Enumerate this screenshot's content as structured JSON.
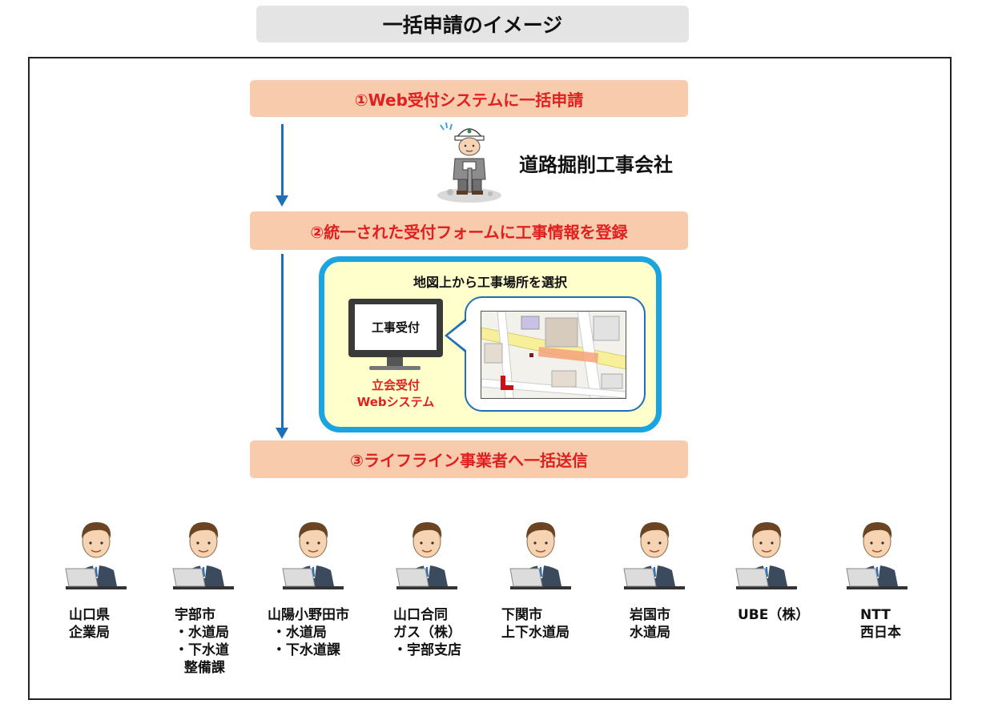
{
  "title": "一括申請のイメージ",
  "steps": [
    "①Web受付システムに一括申請",
    "②統一された受付フォームに工事情報を登録",
    "③ライフライン事業者へ一括送信"
  ],
  "company": "道路掘削工事会社",
  "panel": {
    "title": "地図上から工事場所を選択",
    "monitor_text": "工事受付",
    "system_label": [
      "立会受付",
      "Webシステム"
    ]
  },
  "operators": [
    {
      "lines": [
        "山口県",
        "企業局"
      ]
    },
    {
      "lines": [
        "宇部市",
        "・水道局",
        "・下水道",
        "  整備課"
      ]
    },
    {
      "lines": [
        "山陽小野田市",
        " ・水道局",
        " ・下水道課"
      ]
    },
    {
      "lines": [
        "山口合同",
        "ガス（株）",
        "・宇部支店"
      ]
    },
    {
      "lines": [
        "下関市",
        "上下水道局"
      ]
    },
    {
      "lines": [
        "岩国市",
        "水道局"
      ]
    },
    {
      "lines": [
        "UBE（株）"
      ]
    },
    {
      "lines": [
        "NTT",
        "西日本"
      ]
    }
  ],
  "colors": {
    "step_bg": "#f8cbad",
    "step_text": "#e02020",
    "arrow": "#1f6fb8",
    "panel_border": "#1aa5e0",
    "panel_bg": "#ffffcc"
  }
}
